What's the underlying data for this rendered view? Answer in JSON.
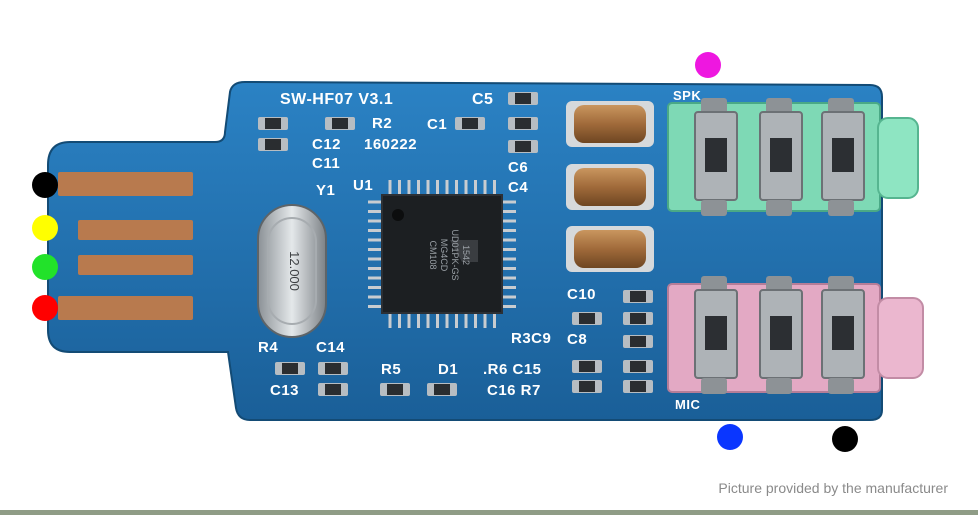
{
  "board": {
    "model_label": "SW-HF07 V3.1",
    "date_code": "160222",
    "components": {
      "c5": "C5",
      "r2": "R2",
      "c1": "C1",
      "c12": "C12",
      "c11": "C11",
      "c6": "C6",
      "c4": "C4",
      "u1": "U1",
      "y1": "Y1",
      "c10": "C10",
      "r3c9": "R3C9",
      "c8": "C8",
      "r4": "R4",
      "c14": "C14",
      "r5": "R5",
      "d1": "D1",
      "r6c15": ".R6 C15",
      "c13": "C13",
      "c16r7": "C16 R7"
    },
    "ports": {
      "speaker": "SPK",
      "microphone": "MIC"
    },
    "crystal_marking": "12.000",
    "chip_marking": [
      "CM108",
      "MG4CD",
      "UD01PK-GS",
      "1542"
    ]
  },
  "caption": "Picture provided by the manufacturer",
  "colors": {
    "pcb": "#1d6aa8",
    "pcb_dark": "#12507f",
    "usb_contact": "#b87a4e",
    "speaker_jack": "#7ed9b5",
    "mic_jack": "#e3a9c4",
    "marker_black": "#000000",
    "marker_yellow": "#ffff00",
    "marker_green": "#22e22a",
    "marker_red": "#ff0000",
    "marker_magenta": "#ee17e0",
    "marker_blue": "#0a36ff"
  }
}
